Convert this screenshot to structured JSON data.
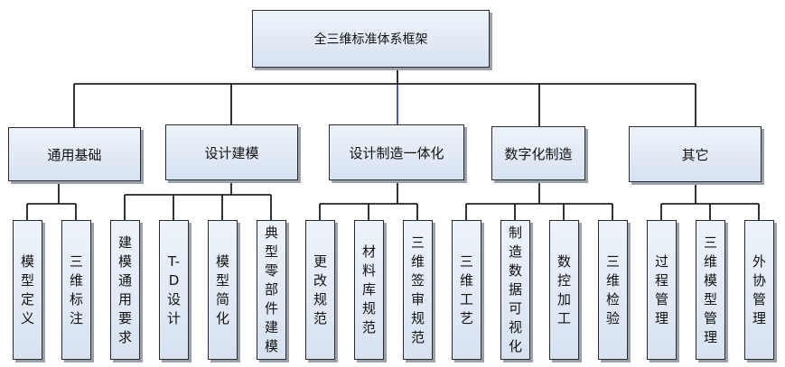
{
  "root": {
    "label": "全三维标准体系框架"
  },
  "categories": [
    {
      "label": "通用基础",
      "children": [
        "模型定义",
        "三维标注"
      ]
    },
    {
      "label": "设计建模",
      "children": [
        "建模通用要求",
        "T-D设计",
        "模型简化",
        "典型零部件建模"
      ]
    },
    {
      "label": "设计制造一体化",
      "children": [
        "更改规范",
        "材料库规范",
        "三维签审规范"
      ]
    },
    {
      "label": "数字化制造",
      "children": [
        "三维工艺",
        "制造数据可视化",
        "数控加工",
        "三维检验"
      ]
    },
    {
      "label": "其它",
      "children": [
        "过程管理",
        "三维模型管理",
        "外协管理"
      ]
    }
  ],
  "colors": {
    "box_fill_top": "#eef3fa",
    "box_fill_bottom": "#d7e2f1",
    "line": "#000000",
    "center_line": "#1f3a7a"
  }
}
